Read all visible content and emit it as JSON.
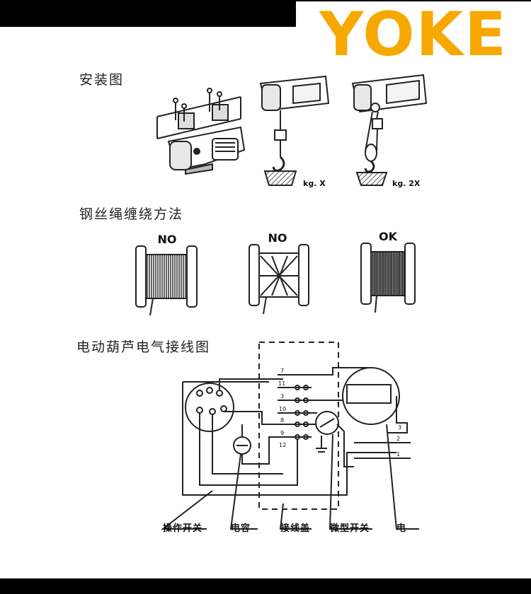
{
  "brand": {
    "name": "YOKE",
    "color": "#f7a800"
  },
  "sections": {
    "install": {
      "title": "安装图",
      "load_x": "kg. X",
      "load_2x": "kg. 2X"
    },
    "winding": {
      "title": "钢丝绳缠绕方法",
      "labels": [
        "NO",
        "NO",
        "OK"
      ]
    },
    "wiring": {
      "title": "电动葫芦电气接线图",
      "terminals": [
        "7",
        "11",
        "3",
        "10",
        "8",
        "9",
        "12"
      ],
      "wire_numbers": [
        "3",
        "2",
        "1"
      ],
      "captions": [
        "操作开关",
        "电容",
        "接线盖",
        "微型开关",
        "电"
      ]
    }
  }
}
